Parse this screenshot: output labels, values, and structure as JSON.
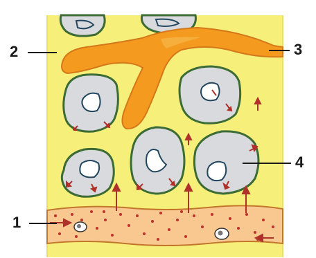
{
  "diagram": {
    "labels": {
      "one": "1",
      "two": "2",
      "three": "3",
      "four": "4"
    },
    "colors": {
      "tissue": "#f6f07a",
      "tissue_edge": "#d8c96a",
      "vessel_fill": "#f8c890",
      "vessel_edge": "#c2762b",
      "blood_dots": "#c0302a",
      "duct": "#f39a1f",
      "duct_edge": "#d4781a",
      "cell_fill": "#d9dadd",
      "cell_edge": "#3c6b35",
      "nucleus_edge": "#21465e",
      "arrows": "#b0302a"
    }
  }
}
